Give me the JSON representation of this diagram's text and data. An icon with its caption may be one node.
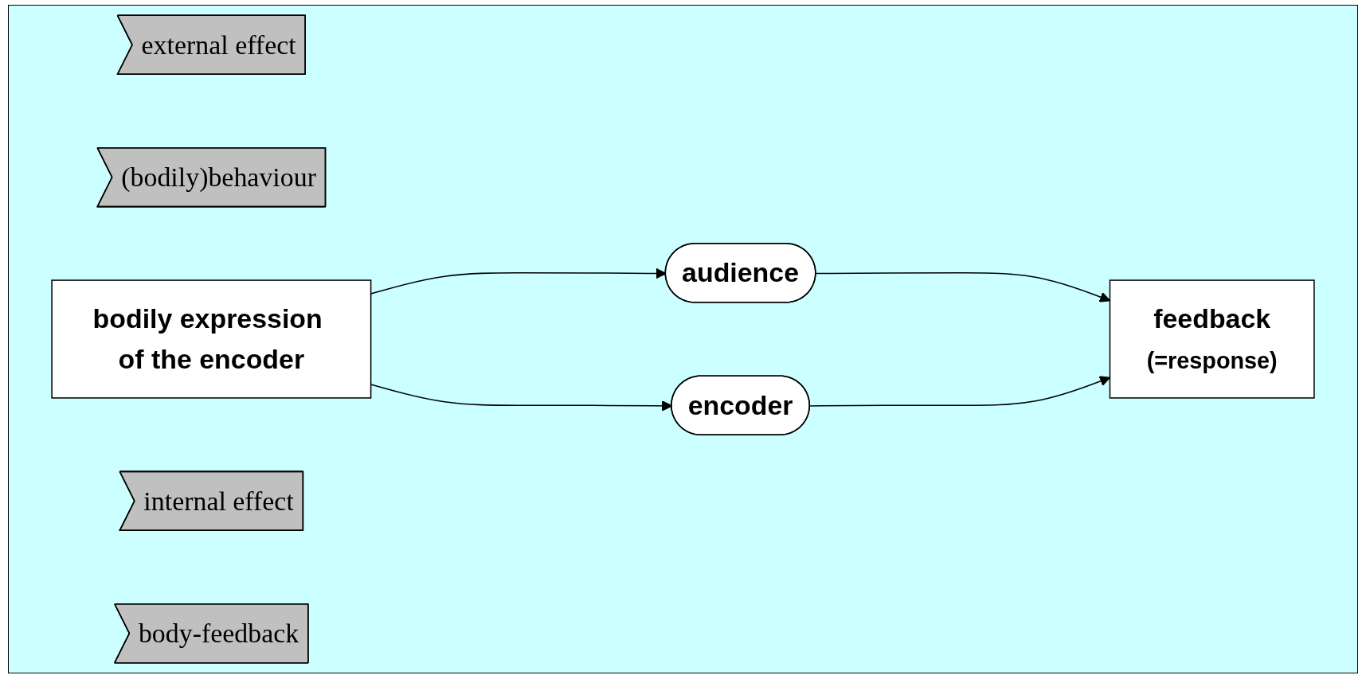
{
  "diagram": {
    "nodes": [
      {
        "text": [
          "external effect"
        ]
      },
      {
        "text": [
          "(bodily)behaviour"
        ]
      },
      {
        "text": [
          "audience"
        ]
      },
      {
        "text": [
          "bodily expression of the encoder"
        ]
      },
      {
        "text": [
          "feedback",
          "(=response)"
        ]
      },
      {
        "text": [
          "encoder"
        ]
      },
      {
        "text": [
          "internal effect"
        ]
      },
      {
        "text": [
          "body-feedback"
        ]
      }
    ],
    "edges": [
      {
        "from": 3,
        "to": 2,
        "arrow": "to"
      },
      {
        "from": 3,
        "to": 5,
        "arrow": "to"
      },
      {
        "from": 2,
        "to": 4,
        "arrow": "to"
      },
      {
        "from": 5,
        "to": 4,
        "arrow": "to"
      }
    ]
  }
}
